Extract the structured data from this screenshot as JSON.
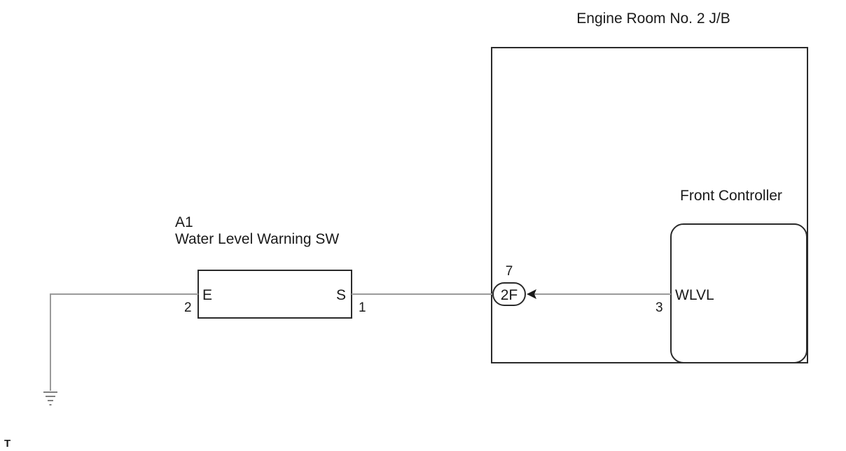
{
  "junction_block": {
    "title": "Engine Room No. 2 J/B"
  },
  "front_controller": {
    "title": "Front Controller",
    "terminal_name": "WLVL",
    "pin": "3"
  },
  "switch": {
    "code": "A1",
    "name": "Water Level Warning SW",
    "left_terminal": "E",
    "right_terminal": "S",
    "left_pin": "2",
    "right_pin": "1"
  },
  "connector": {
    "label": "2F",
    "pin": "7"
  },
  "footer_mark": "T",
  "colors": {
    "wire": "#9a9a9a",
    "outline": "#2a2a2a"
  }
}
